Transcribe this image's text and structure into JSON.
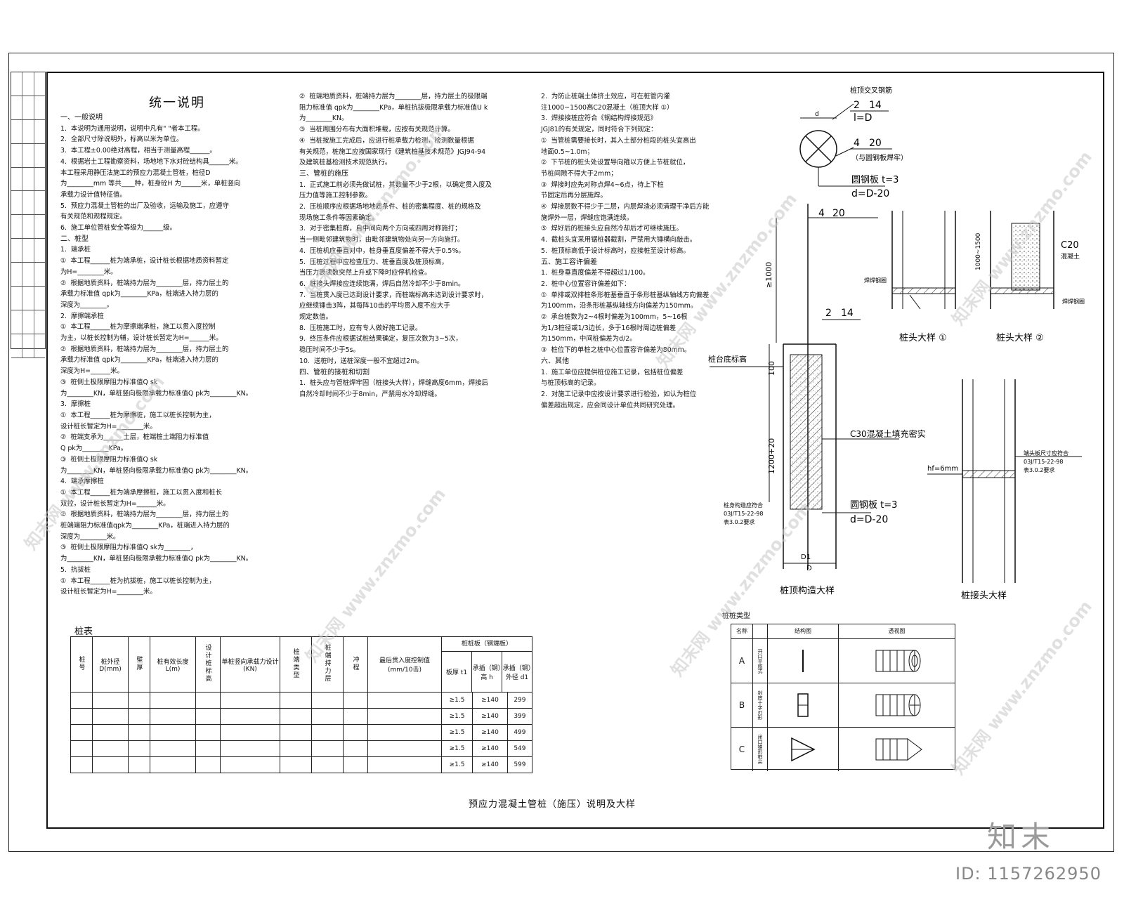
{
  "title": "统一说明",
  "caption": "预应力混凝土管桩（施压）说明及大样",
  "logo": "知末",
  "id_label": "ID: 1157262950",
  "watermark": "知末网 www.znzmo.com",
  "col1": {
    "s1_head": "一、一般说明",
    "s1_items": [
      "1.  本说明为通用说明，说明中凡有\" \"者本工程。",
      "2.  全部尺寸除说明外，标高以米为单位。",
      "3.  本工程±0.00绝对高程，相当于测量高程______。",
      "4.  根据岩土工程勘察资料，场地地下水对砼结构具______米。",
      "本工程采用静压法施工的预应力混凝土管桩，桩径D",
      "为________mm 等共____种，桩身砼H 为______米，单桩竖向",
      "承载力设计值特征值。",
      "5.  预应力混凝土管桩的出厂及验收，运输及施工，应遵守",
      "有关规范和规程规定。",
      "6.  施工单位管桩安全等级为______级。"
    ],
    "s2_head": "二、桩型",
    "s2_items": [
      "1.  端承桩",
      "①  本工程______桩为端承桩，设计桩长根据地质资料暂定",
      "为H=________米。",
      "②  根据地质资料，桩端持力层为________层，持力层土的",
      "承载力标准值 qpk为________KPa，桩端进入持力层的",
      "深度为________。",
      "2.  摩擦端承桩",
      "①  本工程______桩为摩擦端承桩，施工以贯入度控制",
      "为主，以桩长控制为辅，设计桩长暂定为H=______米。",
      "②  根据地质资料，桩端持力层为________层，持力层土的",
      "承载力标准值 qpk为________KPa，桩端进入持力层的",
      "深度为H=______米。",
      "③  桩侧土极限摩阻力标准值Q sk",
      "为________KN，单桩竖向极限承载力标准值Q pk为________KN。",
      "3.  摩擦桩",
      "①  本工程______桩为摩擦桩，施工以桩长控制为主，",
      "设计桩长暂定为H=________米。",
      "②  桩端支承为______土层，桩端桩土端阻力标准值",
      "Q pk为________KPa。",
      "③  桩侧土极限摩阻力标准值Q sk",
      "为________KN，单桩竖向极限承载力标准值Q pk为________KN。",
      "4.  端承摩擦桩",
      "①  本工程______桩为端承摩擦桩，施工以贯入度和桩长",
      "双控，设计桩长暂定为H=______米。",
      "②  根据地质资料，桩端持力层为________层，持力层土的",
      "桩端端阻力标准值qpk为________KPa，桩端进入持力层的",
      "深度为________米。",
      "③  桩侧土极限摩阻力标准值Q sk为________，",
      "为________KN，单桩竖向极限承载力标准值Q pk为________KN。",
      "5.  抗拔桩",
      "①  本工程______桩为抗拔桩，施工以桩长控制为主，",
      "设计桩长暂定为H=________米。"
    ]
  },
  "col2": {
    "top_items": [
      "②  桩端地质资料，桩端持力层为________层，持力层土的极限端",
      "阻力标准值 qpk为________KPa，单桩抗拔极限承载力标准值U k",
      "为________KN。",
      "③  当桩周围分布有大面积堆载，应按有关规范计算。",
      "④  当桩按施工完成后，应进行桩承载力检测，检测数量根据",
      "有关规范，桩施工应按国家现行《建筑桩基技术规范》JGJ94-94",
      "及建筑桩基检测技术规范执行。"
    ],
    "s3_head": "三、管桩的施压",
    "s3_items": [
      "1.  正式施工前必须先做试桩，其数量不少于2根，以确定贯入度及",
      "压力值等施工控制参数。",
      "2.  压桩顺序应根据场地地质条件、桩的密集程度、桩的规格及",
      "现场施工条件等因素确定。",
      "3.  对于密集桩群，自中间向两个方向或四周对称施打；",
      "当一侧毗邻建筑物时，由毗邻建筑物处向另一方向施打。",
      "4.  压桩机应垂直对中，桩身垂直度偏差不得大于0.5%。",
      "5.  压桩过程中应检查压力、桩垂直度及桩顶标高，",
      "当压力表读数突然上升或下降时应停机检查。",
      "6.  桩接头焊接应连续饱满，焊后自然冷却不少于8min。",
      "7.  当桩贯入度已达到设计要求，而桩端标高未达到设计要求时，",
      "应继续锤击3阵，其每阵10击的平均贯入度不应大于",
      "规定数值。",
      "8.  压桩施工时，应有专人做好施工记录。",
      "9.  终压条件应根据试桩结果确定，复压次数为3~5次，",
      "稳压时间不少于5s。",
      "10.  送桩时，送桩深度一般不宜超过2m。"
    ],
    "s4_head": "四、管桩的接桩和切割",
    "s4_items": [
      "1.  桩头应与管桩焊牢固（桩接头大样），焊缝高度6mm，焊接后",
      "自然冷却时间不少于8min，严禁用水冷却焊缝。"
    ]
  },
  "col3": {
    "top_items": [
      "2.  为防止桩端土体挤土效应，可在桩管内灌",
      "注1000~1500高C20混凝土（桩顶大样 ①）",
      "3.  焊接接桩应符合《钢结构焊接规范》",
      "JGJ81的有关规定，同时符合下列规定：",
      "①  当管桩需要接长时，其入土部分桩段的桩头宜高出",
      "地面0.5~1.0m；",
      "②  下节桩的桩头处设置导向箍以方便上节桩就位，",
      "节桩间隙不得大于2mm；",
      "③  焊接时应先对称点焊4~6点，待上下桩",
      "节固定后再分层施焊。",
      "④  焊接层数不得少于二层，内层焊渣必须清理干净后方能",
      "施焊外一层，焊缝应饱满连续。",
      "⑤  焊好后的桩接头应自然冷却后才可继续施压。",
      "4.  截桩头宜采用锯桩器截割，严禁用大锤横向敲击。",
      "5.  桩顶标高低于设计标高时，应接桩至设计标高。"
    ],
    "s5_head": "五、施工容许偏差",
    "s5_items": [
      "1.  桩身垂直度偏差不得超过1/100。",
      "2.  桩中心位置容许偏差如下：",
      "①  单排或双排桩条形桩基垂直于条形桩基纵轴线方向偏差",
      "为100mm，沿条形桩基纵轴线方向偏差为150mm。",
      "②  承台桩数为2~4根时偏差为100mm，5~16根",
      "为1/3桩径或1/3边长，多于16根时周边桩偏差",
      "为150mm，中间桩偏差为d/2。",
      "③  桩位下的单桩之桩中心位置容许偏差为80mm。"
    ],
    "s6_head": "六、其他",
    "s6_items": [
      "1.  施工单位应提供桩位施工记录，包括桩位偏差",
      "与桩顶标高的记录。",
      "2.  对施工记录中应按设计要求进行检验，如认为桩位",
      "偏差超出规定，应会同设计单位共同研究处理。"
    ]
  },
  "detail_labels": {
    "top_cross": "桩顶交叉钢筋",
    "rebar_2_14": "2",
    "rebar_2_14b": "14",
    "l_eq_d": "l=D",
    "rebar_4_20a": "4",
    "rebar_4_20b": "20",
    "weld_note": "（与圆钢板焊牢）",
    "plate": "圆钢板  t=3",
    "plate_d": "d=D-20",
    "dim_1000": "≥1000",
    "cap_base": "桩台底标高",
    "dim_100": "100",
    "dim_1200": "1200+20",
    "c30": "C30混凝土填充密实",
    "pile_std": "桩身构造应符合",
    "pile_std2": "03J/T15-22-98",
    "pile_std3": "表3.0.2要求",
    "d1": "D1",
    "d": "D",
    "top_title": "桩顶构造大样",
    "head1": "桩头大样 ①",
    "head2": "桩头大样 ②",
    "dim_1000_1500": "1000~1500",
    "c20": "C20",
    "c20b": "混凝土",
    "weld_ring": "焊焊钢圈",
    "joint_title": "桩接头大样",
    "joint_std": "端头板尺寸应符合",
    "joint_std2": "03J/T15-22-98",
    "joint_std3": "表3.0.2要求",
    "hf": "hf=6mm"
  },
  "tip_table": {
    "title": "桩桩类型",
    "headers": [
      "名称",
      "结构图",
      "透视图"
    ],
    "rows": [
      {
        "id": "A",
        "desc": "开口平底式"
      },
      {
        "id": "B",
        "desc": "封底十字刃形"
      },
      {
        "id": "C",
        "desc": "闭口锥形桩尖"
      }
    ]
  },
  "pile_table": {
    "title": "桩表",
    "headers": [
      "桩号",
      "桩外径 D(mm)",
      "壁厚",
      "桩有效长度 L(m)",
      "设计桩标高",
      "单桩竖向承载力设计 (KN)",
      "桩端类型",
      "桩端持力层",
      "冲程",
      "最后贯入度控制值 (mm/10击)"
    ],
    "plate_head": "桩桩板（钢端板）",
    "plate_sub": [
      "板厚 t1",
      "承插（钢）高 h",
      "承插（钢）外径 d1"
    ],
    "rows": [
      [
        "≥1.5",
        "≥140",
        "299"
      ],
      [
        "≥1.5",
        "≥140",
        "399"
      ],
      [
        "≥1.5",
        "≥140",
        "499"
      ],
      [
        "≥1.5",
        "≥140",
        "549"
      ],
      [
        "≥1.5",
        "≥140",
        "599"
      ]
    ]
  }
}
